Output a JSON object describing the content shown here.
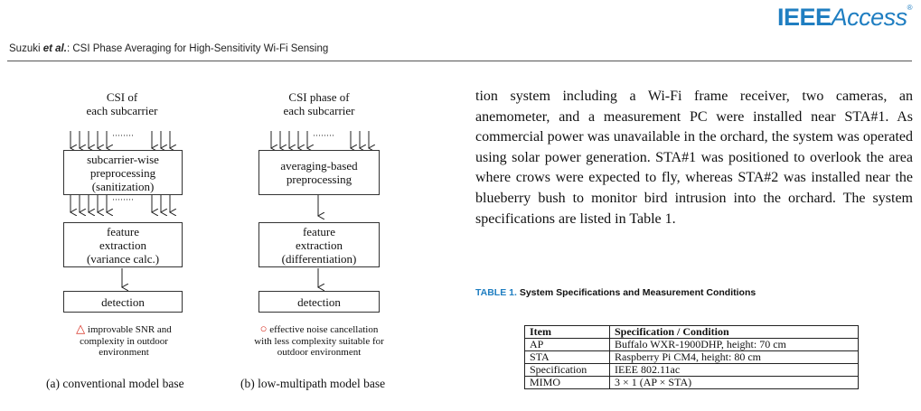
{
  "header": {
    "author": "Suzuki",
    "etal": "et al.",
    "title_sep": ": ",
    "title": "CSI Phase Averaging for High-Sensitivity Wi-Fi Sensing",
    "logo_ieee": "IEEE",
    "logo_access": "Access",
    "logo_tm": "®"
  },
  "figure": {
    "left": {
      "input_line1": "CSI of",
      "input_line2": "each subcarrier",
      "dots": "········",
      "box1": [
        "subcarrier-wise",
        "preprocessing",
        "(sanitization)"
      ],
      "box2": [
        "feature",
        "extraction",
        "(variance calc.)"
      ],
      "box3": "detection",
      "note_marker": "△",
      "note": [
        "improvable SNR and",
        "complexity in outdoor",
        "environment"
      ],
      "caption": "(a) conventional model base"
    },
    "right": {
      "input_line1": "CSI phase of",
      "input_line2": "each subcarrier",
      "dots": "········",
      "box1": [
        "averaging-based",
        "preprocessing"
      ],
      "box2": [
        "feature",
        "extraction",
        "(differentiation)"
      ],
      "box3": "detection",
      "note_marker": "○",
      "note": [
        "effective noise cancellation",
        "with less complexity suitable for",
        "outdoor environment"
      ],
      "caption": "(b) low-multipath model base"
    }
  },
  "body": {
    "paragraph": "tion system including a Wi-Fi frame receiver, two cameras, an anemometer, and a measurement PC were installed near STA#1. As commercial power was unavailable in the orchard, the system was operated using solar power generation. STA#1 was positioned to overlook the area where crows were expected to fly, whereas STA#2 was installed near the blueberry bush to monitor bird intrusion into the orchard. The system specifications are listed in Table 1."
  },
  "table": {
    "label": "TABLE 1.",
    "caption": "System Specifications and Measurement Conditions",
    "headers": [
      "Item",
      "Specification / Condition"
    ],
    "rows": [
      [
        "AP",
        "Buffalo WXR-1900DHP, height: 70 cm"
      ],
      [
        "STA",
        "Raspberry Pi CM4, height: 80 cm"
      ],
      [
        "Specification",
        "IEEE 802.11ac"
      ],
      [
        "MIMO",
        "3 × 1 (AP × STA)"
      ]
    ]
  },
  "colors": {
    "accent": "#1f7ec1",
    "marker_red": "#d62b1e"
  }
}
